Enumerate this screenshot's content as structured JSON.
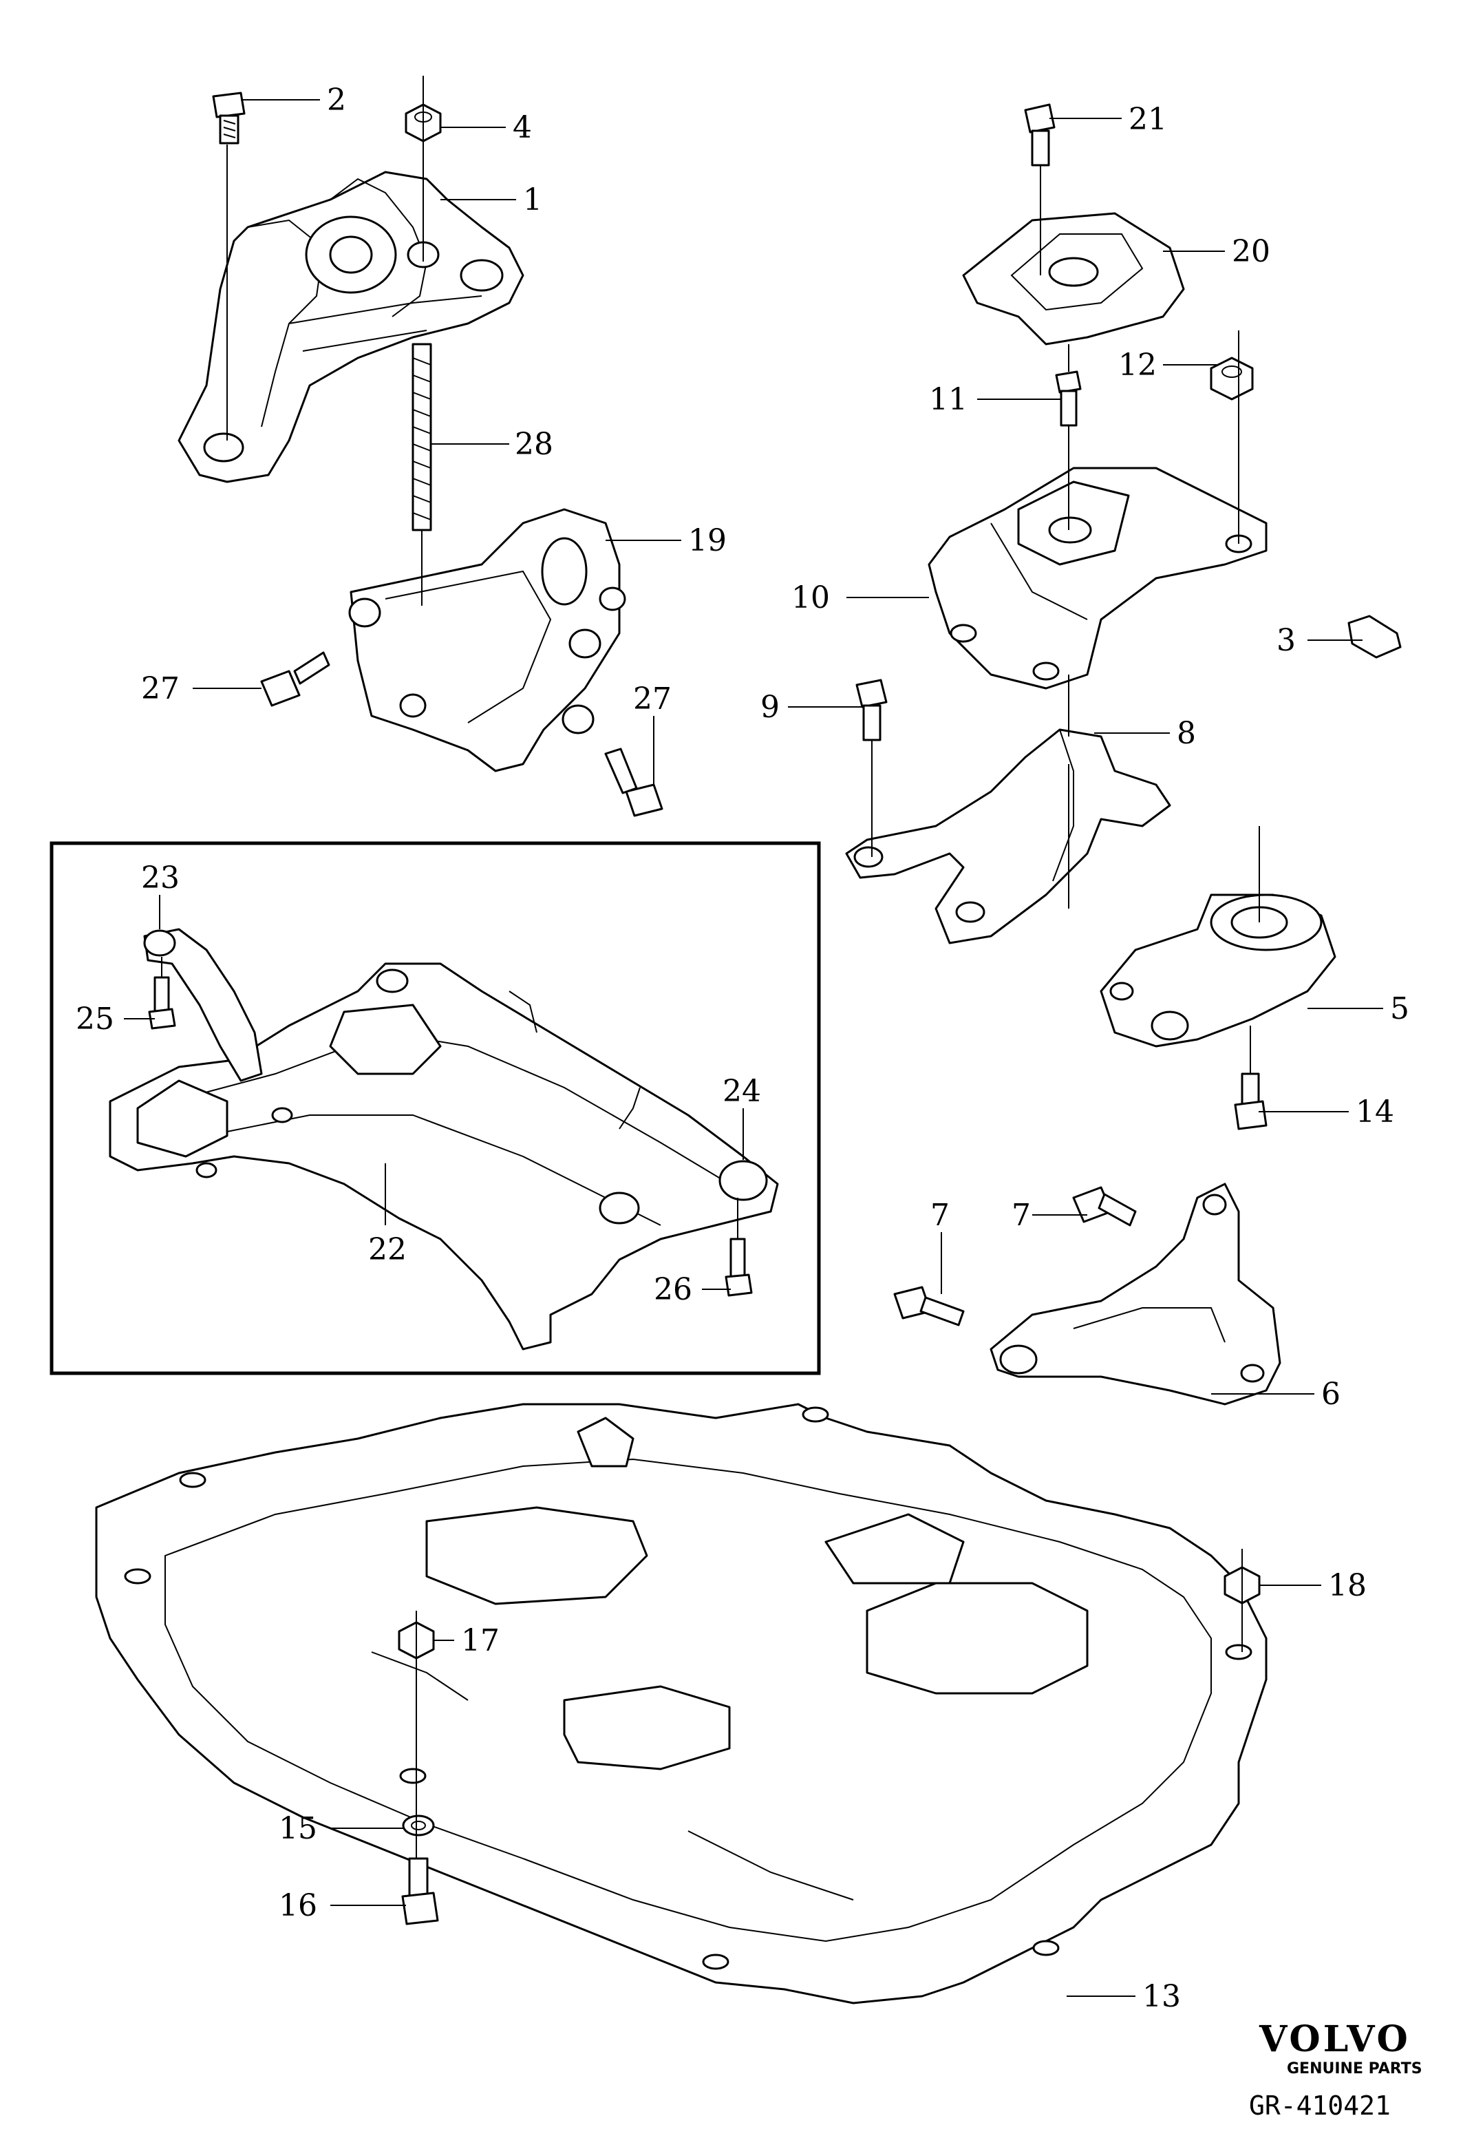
{
  "callouts": {
    "c1": "1",
    "c2": "2",
    "c3": "3",
    "c4": "4",
    "c5": "5",
    "c6": "6",
    "c7a": "7",
    "c7b": "7",
    "c8": "8",
    "c9": "9",
    "c10": "10",
    "c11": "11",
    "c12": "12",
    "c13": "13",
    "c14": "14",
    "c15": "15",
    "c16": "16",
    "c17": "17",
    "c18": "18",
    "c19": "19",
    "c20": "20",
    "c21": "21",
    "c22": "22",
    "c23": "23",
    "c24": "24",
    "c25": "25",
    "c26": "26",
    "c27a": "27",
    "c27b": "27",
    "c28": "28"
  },
  "brand": {
    "name": "VOLVO",
    "tagline": "GENUINE PARTS"
  },
  "reference": "GR-410421"
}
